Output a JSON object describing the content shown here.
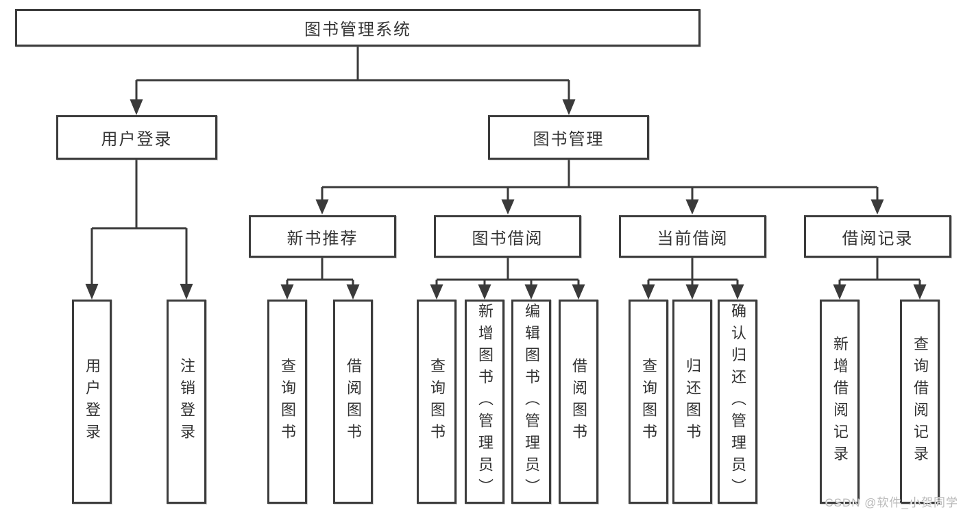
{
  "diagram": {
    "root": "图书管理系统",
    "branches": [
      {
        "label": "用户登录",
        "children": [
          "用户登录",
          "注销登录"
        ]
      },
      {
        "label": "图书管理",
        "groups": [
          {
            "label": "新书推荐",
            "children": [
              "查询图书",
              "借阅图书"
            ]
          },
          {
            "label": "图书借阅",
            "children": [
              "查询图书",
              "新增图书（管理员）",
              "编辑图书（管理员）",
              "借阅图书"
            ]
          },
          {
            "label": "当前借阅",
            "children": [
              "查询图书",
              "归还图书",
              "确认归还（管理员）"
            ]
          },
          {
            "label": "借阅记录",
            "children": [
              "新增借阅记录",
              "查询借阅记录"
            ]
          }
        ]
      }
    ]
  },
  "watermark": {
    "text": "CSDN @软件_小贺同学"
  },
  "colors": {
    "line": "#3a3a3a",
    "box_border": "#3c3c3c",
    "text": "#333333",
    "watermark": "#b9b9b9",
    "background": "#ffffff"
  }
}
